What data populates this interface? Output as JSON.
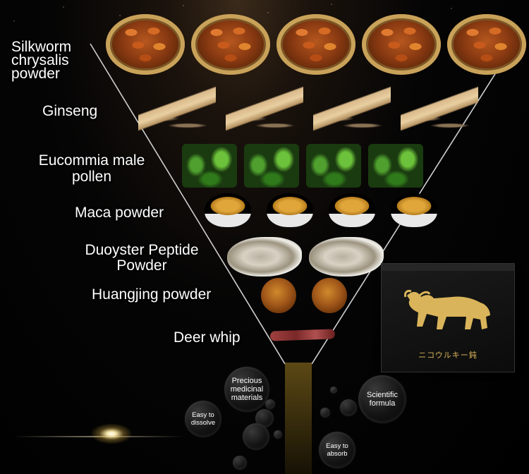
{
  "ingredients": {
    "silkworm": "Silkworm chrysalis powder",
    "ginseng": "Ginseng",
    "eucommia": "Eucommia male pollen",
    "maca": "Maca powder",
    "oyster": "Duoyster Peptide Powder",
    "huangjing": "Huangjing powder",
    "deer": "Deer whip"
  },
  "benefits": {
    "precious": "Precious medicinal materials",
    "scientific": "Scientific formula",
    "dissolve": "Easy to dissolve",
    "absorb": "Easy to absorb"
  },
  "product": {
    "brand_text": "ニコウルキー鈍",
    "logo_icon": "golden-bull-icon",
    "accent_color": "#d9b45a"
  },
  "counts": {
    "silkworm_plates": 5,
    "ginseng_roots": 4,
    "eucommia_herbs": 4,
    "maca_bowls": 4,
    "oysters": 2,
    "huangjing_pieces": 2,
    "deer_whips": 1
  }
}
